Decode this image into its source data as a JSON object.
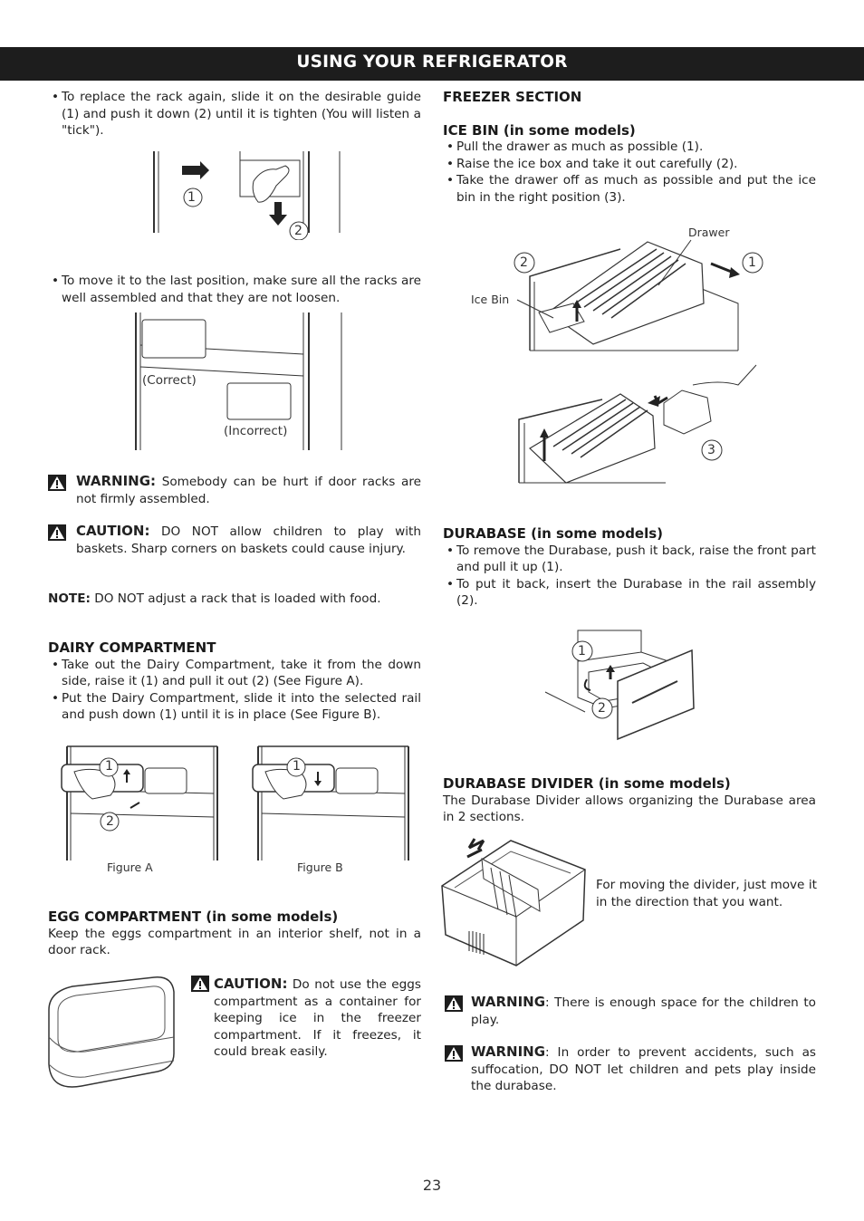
{
  "header": {
    "title": "USING YOUR REFRIGERATOR"
  },
  "left": {
    "bullet_replace": "To replace the rack again, slide it on the desirable guide (1) and push it down (2) until it is tighten (You will listen a \"tick\").",
    "fig1_labels": [
      "1",
      "2"
    ],
    "bullet_move": "To move it to the last position, make sure all the racks are well assembled and that they are not loosen.",
    "fig2_correct": "(Correct)",
    "fig2_incorrect": "(Incorrect)",
    "warning_label": "WARNING:",
    "warning_text": " Somebody can be hurt if door racks are not firmly assembled.",
    "caution_label": "CAUTION:",
    "caution_text": " DO NOT allow children to play with baskets. Sharp corners on baskets could cause injury.",
    "note_label": "NOTE:",
    "note_text": " DO NOT adjust a rack that is loaded with food.",
    "dairy_title": "DAIRY COMPARTMENT",
    "dairy_bullets": [
      "Take out the Dairy Compartment, take it from the down side, raise it (1) and pull it out (2) (See Figure A).",
      "Put the Dairy Compartment, slide it into the selected rail and push down (1) until it is in place (See Figure B)."
    ],
    "figA_caption": "Figure A",
    "figB_caption": "Figure B",
    "figA_labels": [
      "1",
      "2"
    ],
    "figB_labels": [
      "1"
    ],
    "egg_title": "EGG COMPARTMENT (in some models)",
    "egg_text": "Keep the eggs compartment in an interior shelf, not in a door rack.",
    "egg_caution_label": "CAUTION:",
    "egg_caution_text": " Do not use the eggs compartment as a container for keeping ice in the freezer compartment. If it freezes, it could break easily."
  },
  "right": {
    "freezer_title": "FREEZER SECTION",
    "icebin_title": "ICE BIN (in some models)",
    "icebin_bullets": [
      "Pull the drawer as much as possible (1).",
      "Raise the ice box and take it out carefully (2).",
      "Take the drawer off as much as possible and put the ice bin in the right position (3)."
    ],
    "fig_drawer_label": "Drawer",
    "fig_icebin_label": "Ice Bin",
    "fig_icebin_nums": [
      "2",
      "1",
      "3"
    ],
    "durabase_title": "DURABASE (in some models)",
    "durabase_bullets": [
      "To remove the Durabase, push it back, raise the front part and pull it up (1).",
      "To put it back, insert the Durabase in the rail assembly (2)."
    ],
    "durabase_nums": [
      "1",
      "2"
    ],
    "divider_title": "DURABASE DIVIDER (in some models)",
    "divider_text": "The Durabase Divider allows organizing the Durabase area in 2 sections.",
    "divider_fig_text": "For moving the divider, just move it in the direction that you want.",
    "warning1_label": "WARNING",
    "warning1_text": ": There is enough space for the children to play.",
    "warning2_label": "WARNING",
    "warning2_text": ": In order to prevent accidents, such as suffocation, DO NOT let children and pets play inside the durabase."
  },
  "footer": {
    "page_number": "23"
  }
}
